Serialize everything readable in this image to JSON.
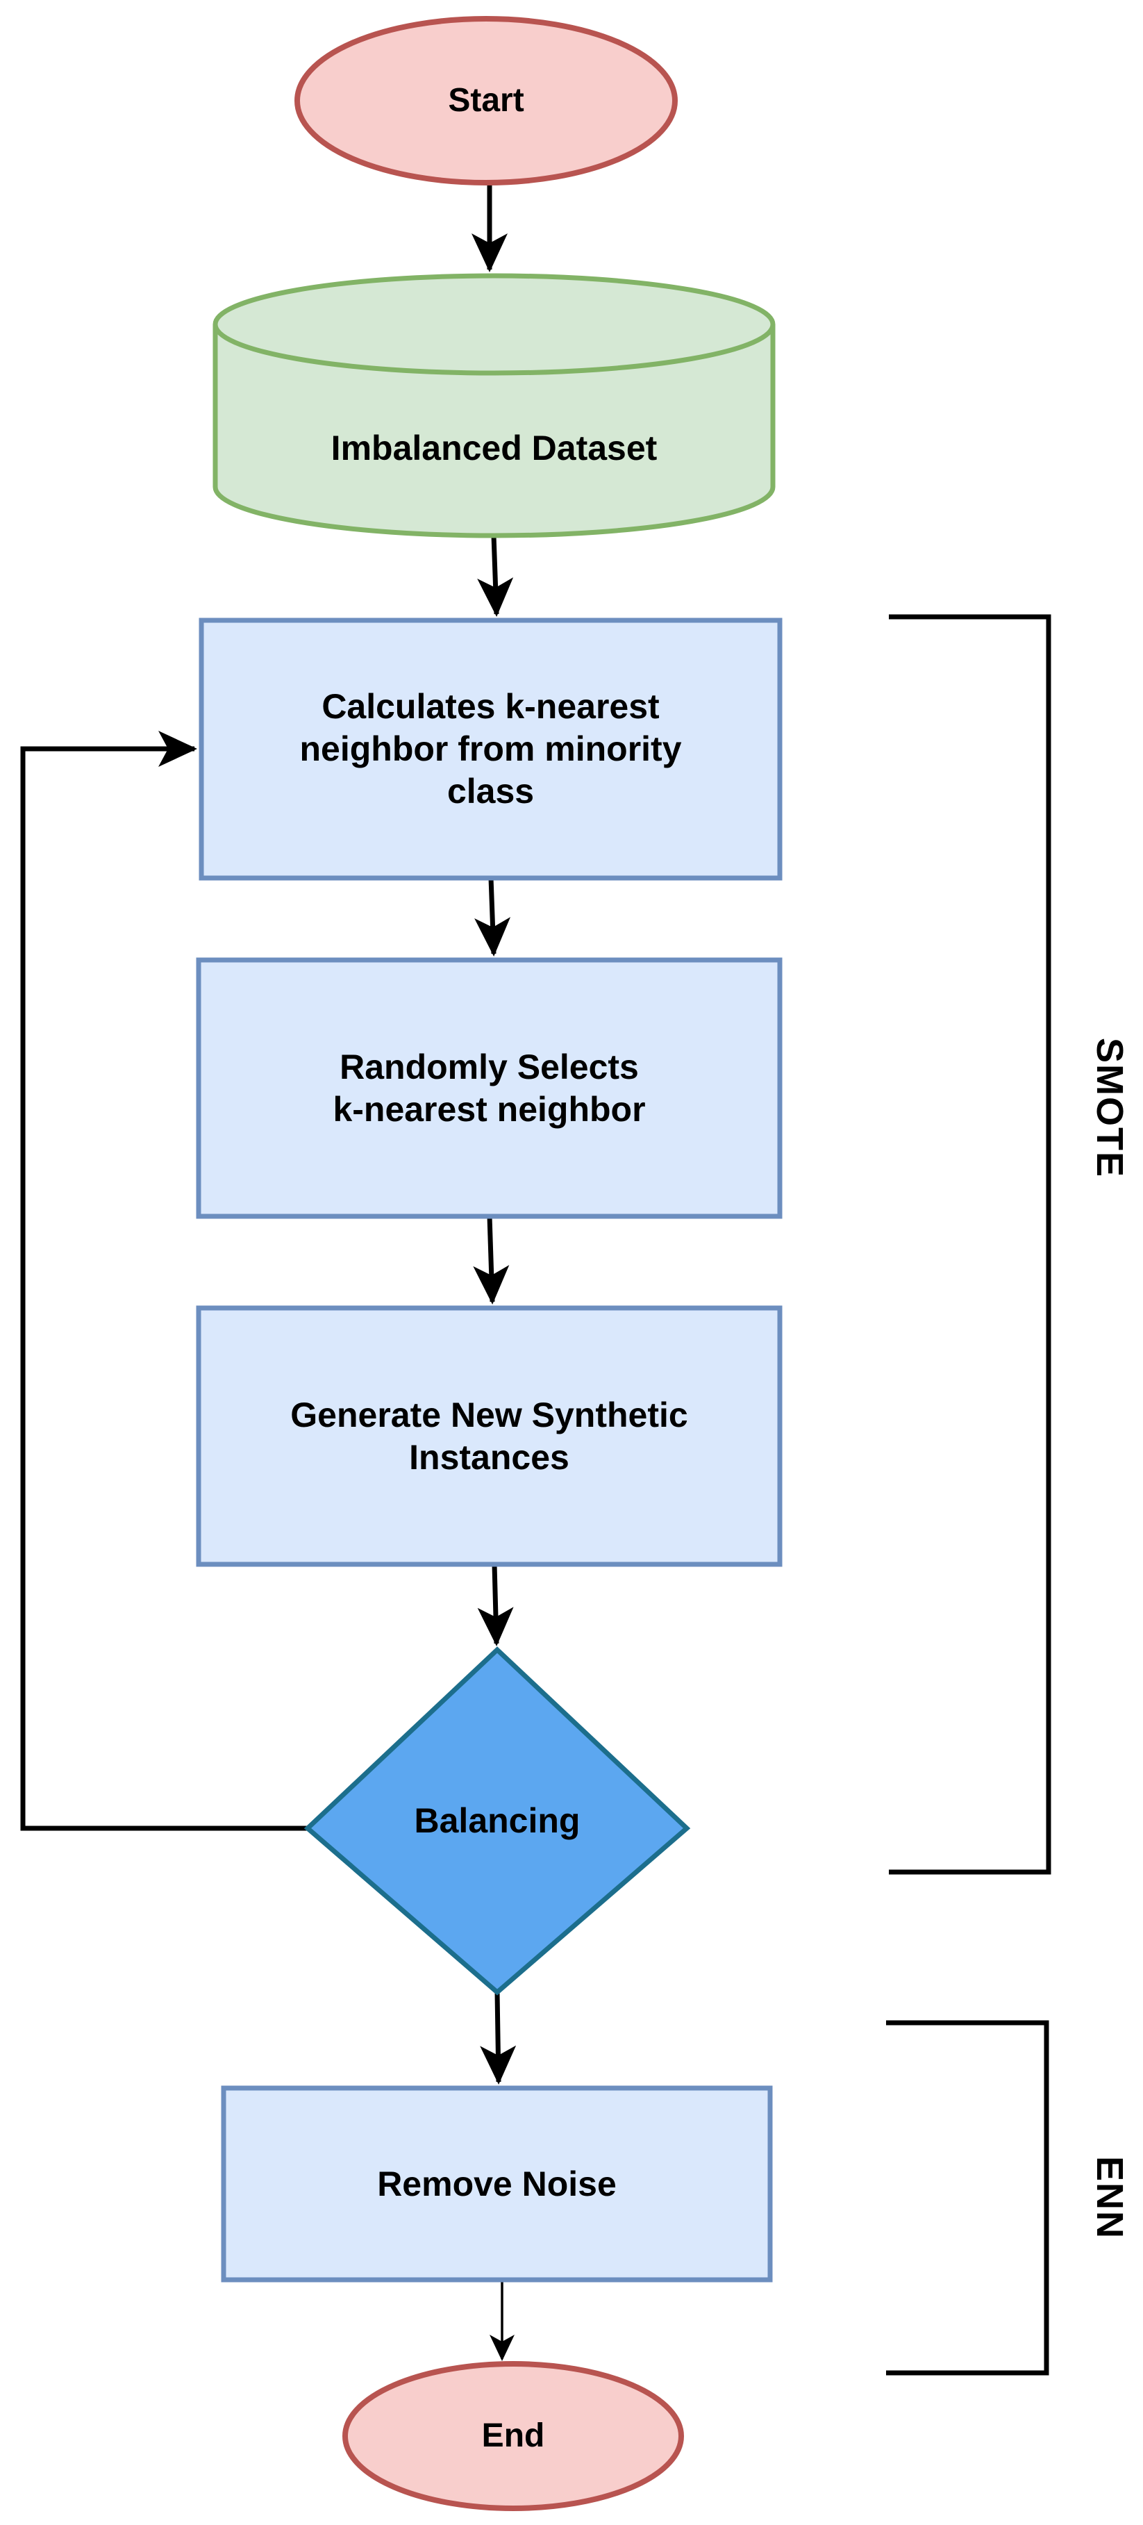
{
  "flowchart": {
    "nodes": {
      "start": {
        "label": "Start",
        "shape": "ellipse"
      },
      "dataset": {
        "label": "Imbalanced Dataset",
        "shape": "cylinder"
      },
      "step1": {
        "label": "Calculates k-nearest\nneighbor from minority\nclass",
        "shape": "process"
      },
      "step2": {
        "label": "Randomly Selects\nk-nearest neighbor",
        "shape": "process"
      },
      "step3": {
        "label": "Generate New Synthetic\nInstances",
        "shape": "process"
      },
      "decision": {
        "label": "Balancing",
        "shape": "diamond"
      },
      "step4": {
        "label": "Remove Noise",
        "shape": "process"
      },
      "end": {
        "label": "End",
        "shape": "ellipse"
      }
    },
    "groups": {
      "smote": {
        "label": "SMOTE",
        "spans": [
          "step1",
          "step2",
          "step3",
          "decision"
        ]
      },
      "enn": {
        "label": "ENN",
        "spans": [
          "step4"
        ]
      }
    },
    "edges": [
      {
        "from": "start",
        "to": "dataset",
        "style": "arrow"
      },
      {
        "from": "dataset",
        "to": "step1",
        "style": "arrow"
      },
      {
        "from": "step1",
        "to": "step2",
        "style": "arrow"
      },
      {
        "from": "step2",
        "to": "step3",
        "style": "arrow"
      },
      {
        "from": "step3",
        "to": "decision",
        "style": "arrow"
      },
      {
        "from": "decision",
        "to": "step1",
        "style": "arrow",
        "route": "left-feedback-loop"
      },
      {
        "from": "decision",
        "to": "step4",
        "style": "arrow"
      },
      {
        "from": "step4",
        "to": "end",
        "style": "thin-arrow"
      }
    ],
    "colors": {
      "terminator_fill": "#f8cecc",
      "terminator_stroke": "#b85450",
      "dataset_fill": "#d5e8d4",
      "dataset_stroke": "#82b366",
      "process_fill": "#dae8fc",
      "process_stroke": "#6c8ebf",
      "decision_fill": "#5ca7f0",
      "decision_stroke": "#1c6e8c",
      "connector": "#000000",
      "text": "#000000",
      "background": "#ffffff"
    }
  }
}
